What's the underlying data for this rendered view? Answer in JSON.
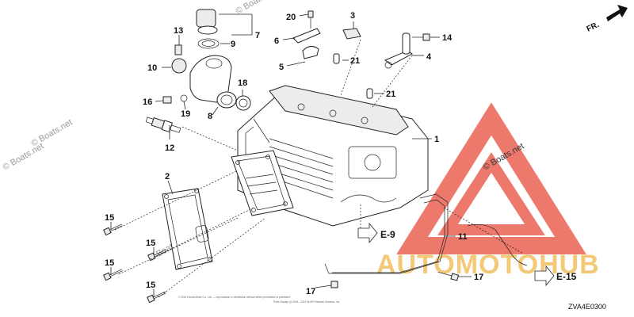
{
  "diagram": {
    "drawing_code": "ZVA4E0300",
    "direction_label": "FR.",
    "watermark": "© Boats.net",
    "brand": {
      "logo_text": "AUTOMOTOHUB",
      "color": "#e74c3c"
    },
    "copyright_line1": "© 2014 Honda Motor Co., Ltd. — reproduction or distribution without written permission is prohibited",
    "copyright_line2": "Parts Display (c) 2004 - 2014 by ARI Network Services, Inc.",
    "callouts": [
      {
        "id": "c1",
        "label": "1"
      },
      {
        "id": "c2",
        "label": "2"
      },
      {
        "id": "c3",
        "label": "3"
      },
      {
        "id": "c4",
        "label": "4"
      },
      {
        "id": "c5",
        "label": "5"
      },
      {
        "id": "c6",
        "label": "6"
      },
      {
        "id": "c7",
        "label": "7"
      },
      {
        "id": "c8",
        "label": "8"
      },
      {
        "id": "c9",
        "label": "9"
      },
      {
        "id": "c10",
        "label": "10"
      },
      {
        "id": "c11",
        "label": "11"
      },
      {
        "id": "c12",
        "label": "12"
      },
      {
        "id": "c13",
        "label": "13"
      },
      {
        "id": "c14",
        "label": "14"
      },
      {
        "id": "c15a",
        "label": "15"
      },
      {
        "id": "c15b",
        "label": "15"
      },
      {
        "id": "c15c",
        "label": "15"
      },
      {
        "id": "c15d",
        "label": "15"
      },
      {
        "id": "c16",
        "label": "16"
      },
      {
        "id": "c17a",
        "label": "17"
      },
      {
        "id": "c17b",
        "label": "17"
      },
      {
        "id": "c18",
        "label": "18"
      },
      {
        "id": "c19",
        "label": "19"
      },
      {
        "id": "c20",
        "label": "20"
      },
      {
        "id": "c21a",
        "label": "21"
      },
      {
        "id": "c21b",
        "label": "21"
      }
    ],
    "references": [
      {
        "id": "r1",
        "label": "E-9"
      },
      {
        "id": "r2",
        "label": "E-15"
      }
    ]
  }
}
